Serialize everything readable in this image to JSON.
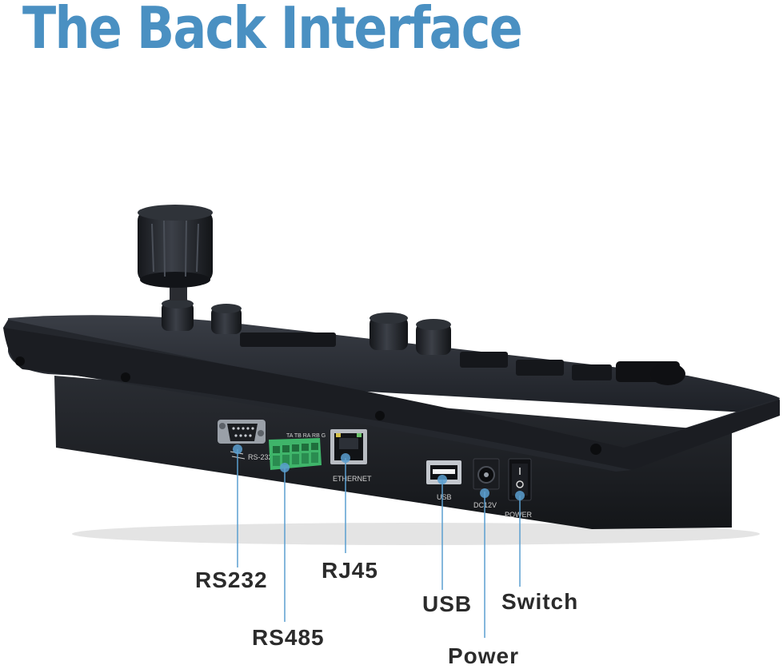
{
  "title": "The Back Interface",
  "ports": {
    "rs232_small": "RS-232",
    "rs485_pins": "TA TB RA RB G",
    "ethernet": "ETHERNET",
    "usb": "USB",
    "dc": "DC12V",
    "power": "POWER"
  },
  "callouts": {
    "rs232": "RS232",
    "rs485": "RS485",
    "rj45": "RJ45",
    "usb": "USB",
    "power": "Power",
    "switch": "Switch"
  },
  "colors": {
    "title": "#4a90c2",
    "callout_line": "#5b9fd0",
    "terminal_block": "#3fb56a"
  }
}
